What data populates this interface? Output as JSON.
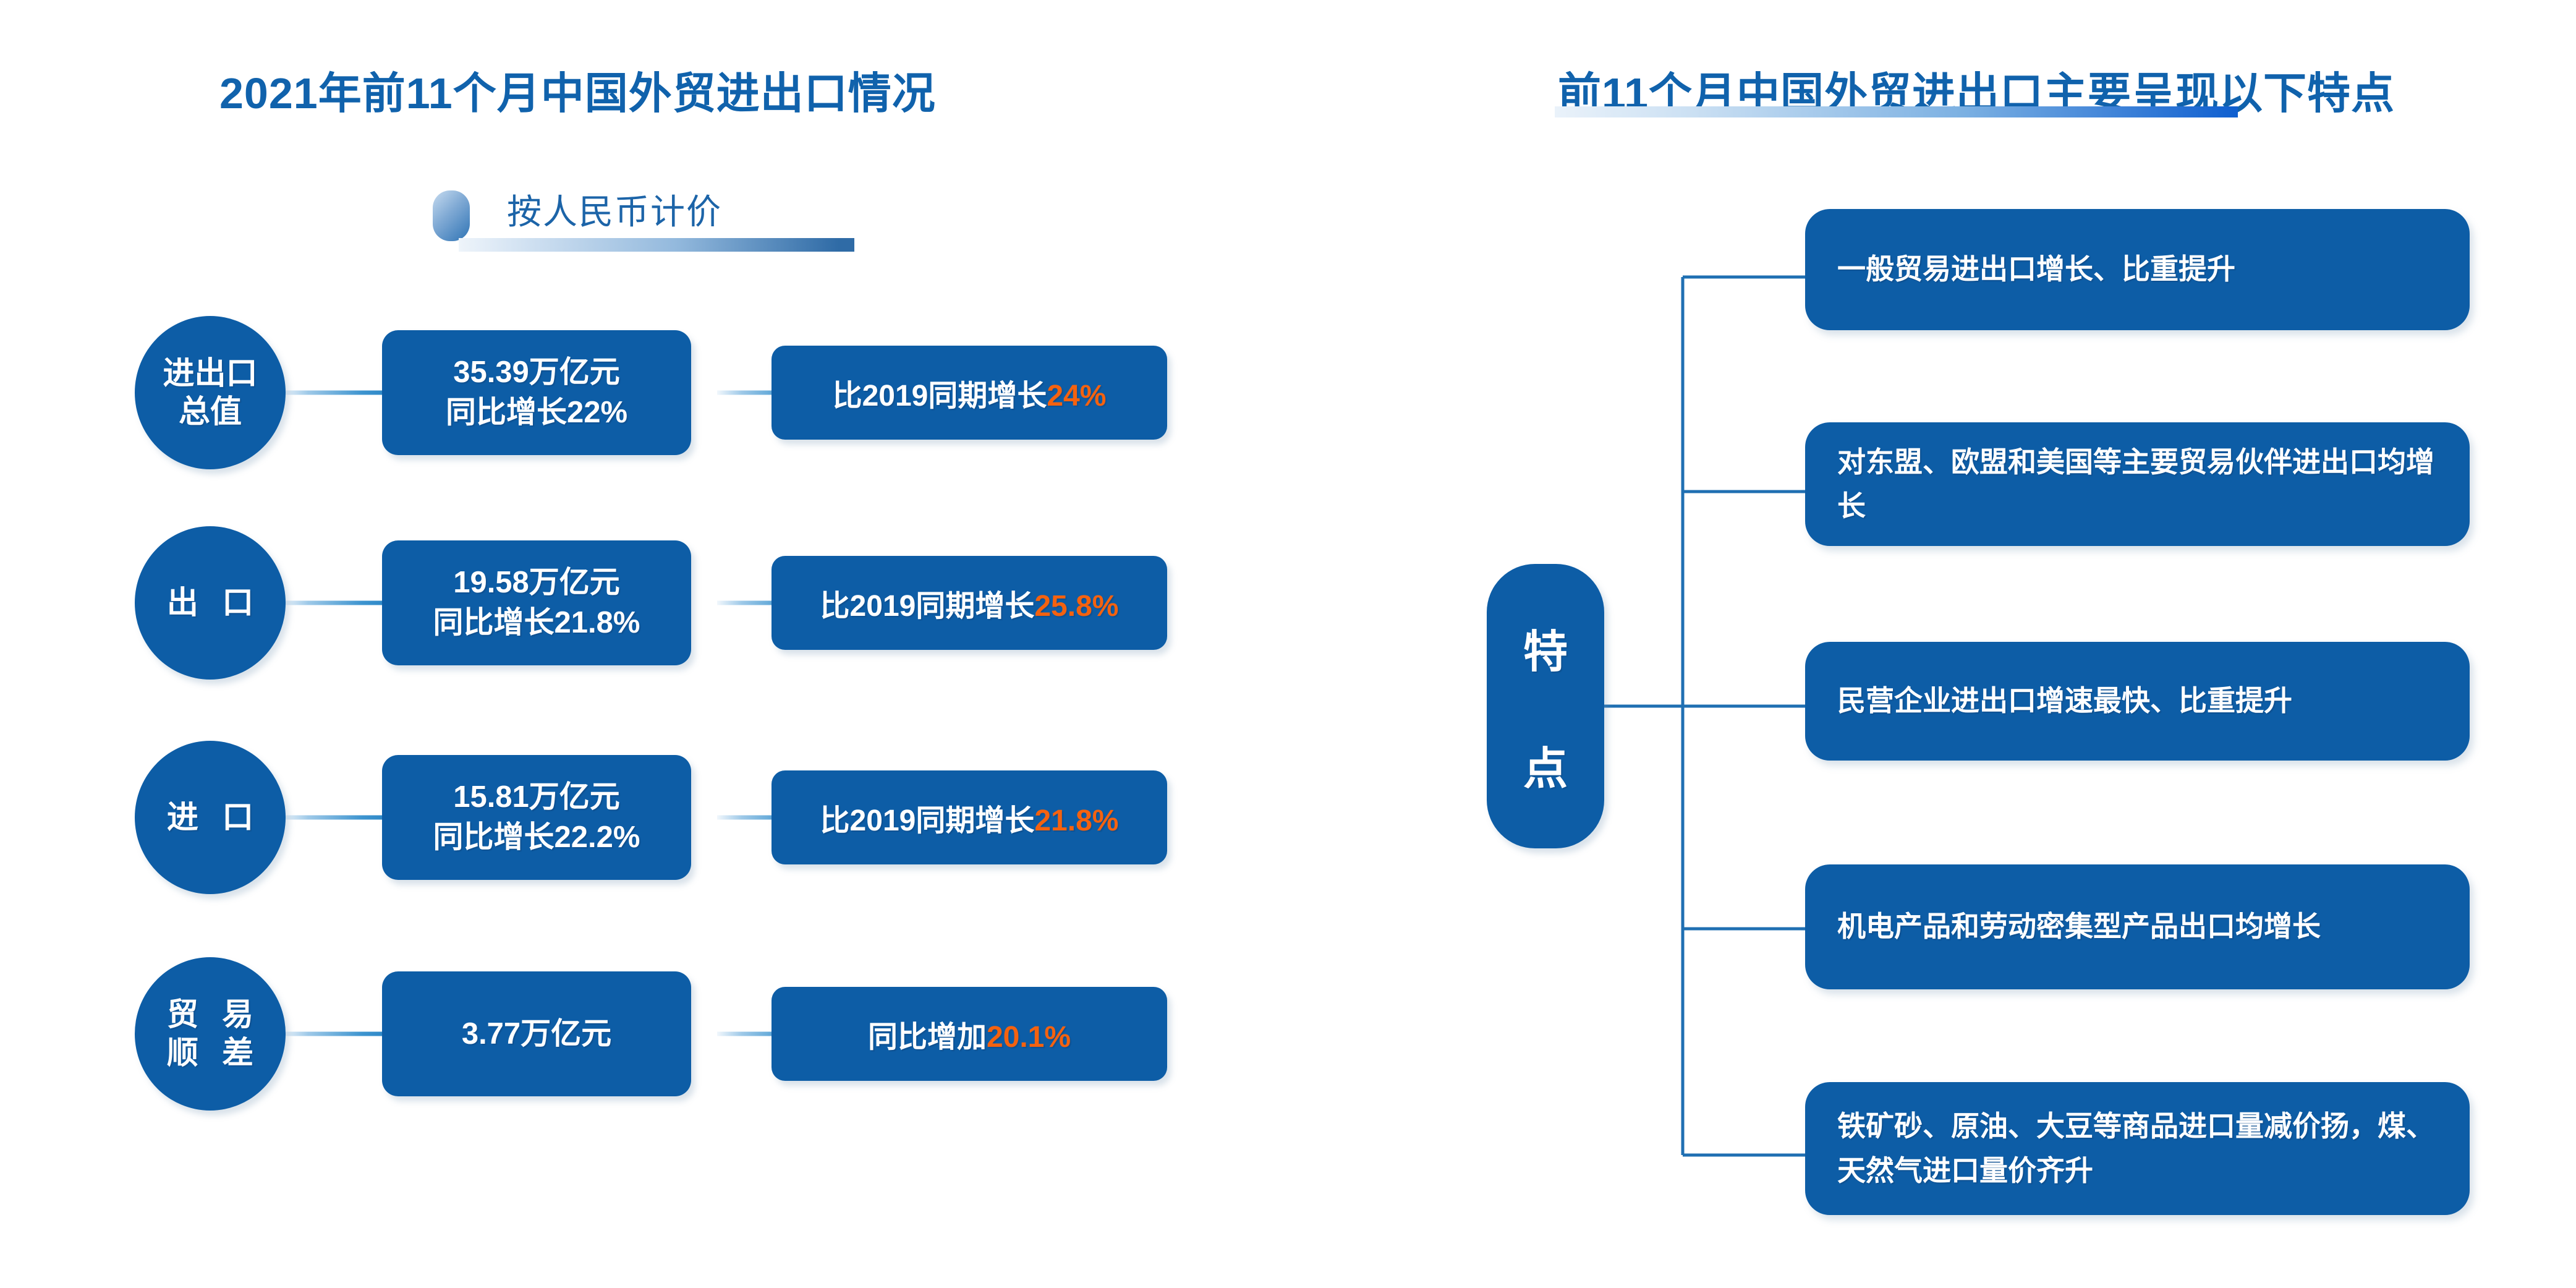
{
  "left": {
    "title": "2021年前11个月中国外贸进出口情况",
    "subtitle": "按人民币计价",
    "subtitle_badge_icon": "pill-badge-icon",
    "rows": [
      {
        "label_line1": "进出口",
        "label_line2": "总值",
        "mid_line1": "35.39万亿元",
        "mid_line2_prefix": "同比增长",
        "mid_line2_value": "22%",
        "right_prefix": "比2019同期增长",
        "right_value": "24%"
      },
      {
        "label_line1": "出 口",
        "label_line2": "",
        "mid_line1": "19.58万亿元",
        "mid_line2_prefix": "同比增长",
        "mid_line2_value": "21.8%",
        "right_prefix": "比2019同期增长",
        "right_value": "25.8%"
      },
      {
        "label_line1": "进 口",
        "label_line2": "",
        "mid_line1": "15.81万亿元",
        "mid_line2_prefix": "同比增长",
        "mid_line2_value": "22.2%",
        "right_prefix": "比2019同期增长",
        "right_value": "21.8%"
      },
      {
        "label_line1": "贸 易",
        "label_line2": "顺 差",
        "mid_line1": "3.77万亿元",
        "mid_line2_prefix": "",
        "mid_line2_value": "",
        "right_prefix": "同比增加",
        "right_value": "20.1%"
      }
    ]
  },
  "right": {
    "title": "前11个月中国外贸进出口主要呈现以下特点",
    "node_char1": "特",
    "node_char2": "点",
    "features": [
      "一般贸易进出口增长、比重提升",
      "对东盟、欧盟和美国等主要贸易伙伴进出口均增长",
      "民营企业进出口增速最快、比重提升",
      "机电产品和劳动密集型产品出口均增长",
      "铁矿砂、原油、大豆等商品进口量减价扬，煤、天然气进口量价齐升"
    ]
  },
  "colors": {
    "brand_blue": "#0d5da6",
    "title_blue": "#1062ac",
    "highlight_orange": "#f4620f",
    "connector_blue": "#2b86c6",
    "background": "#ffffff"
  }
}
